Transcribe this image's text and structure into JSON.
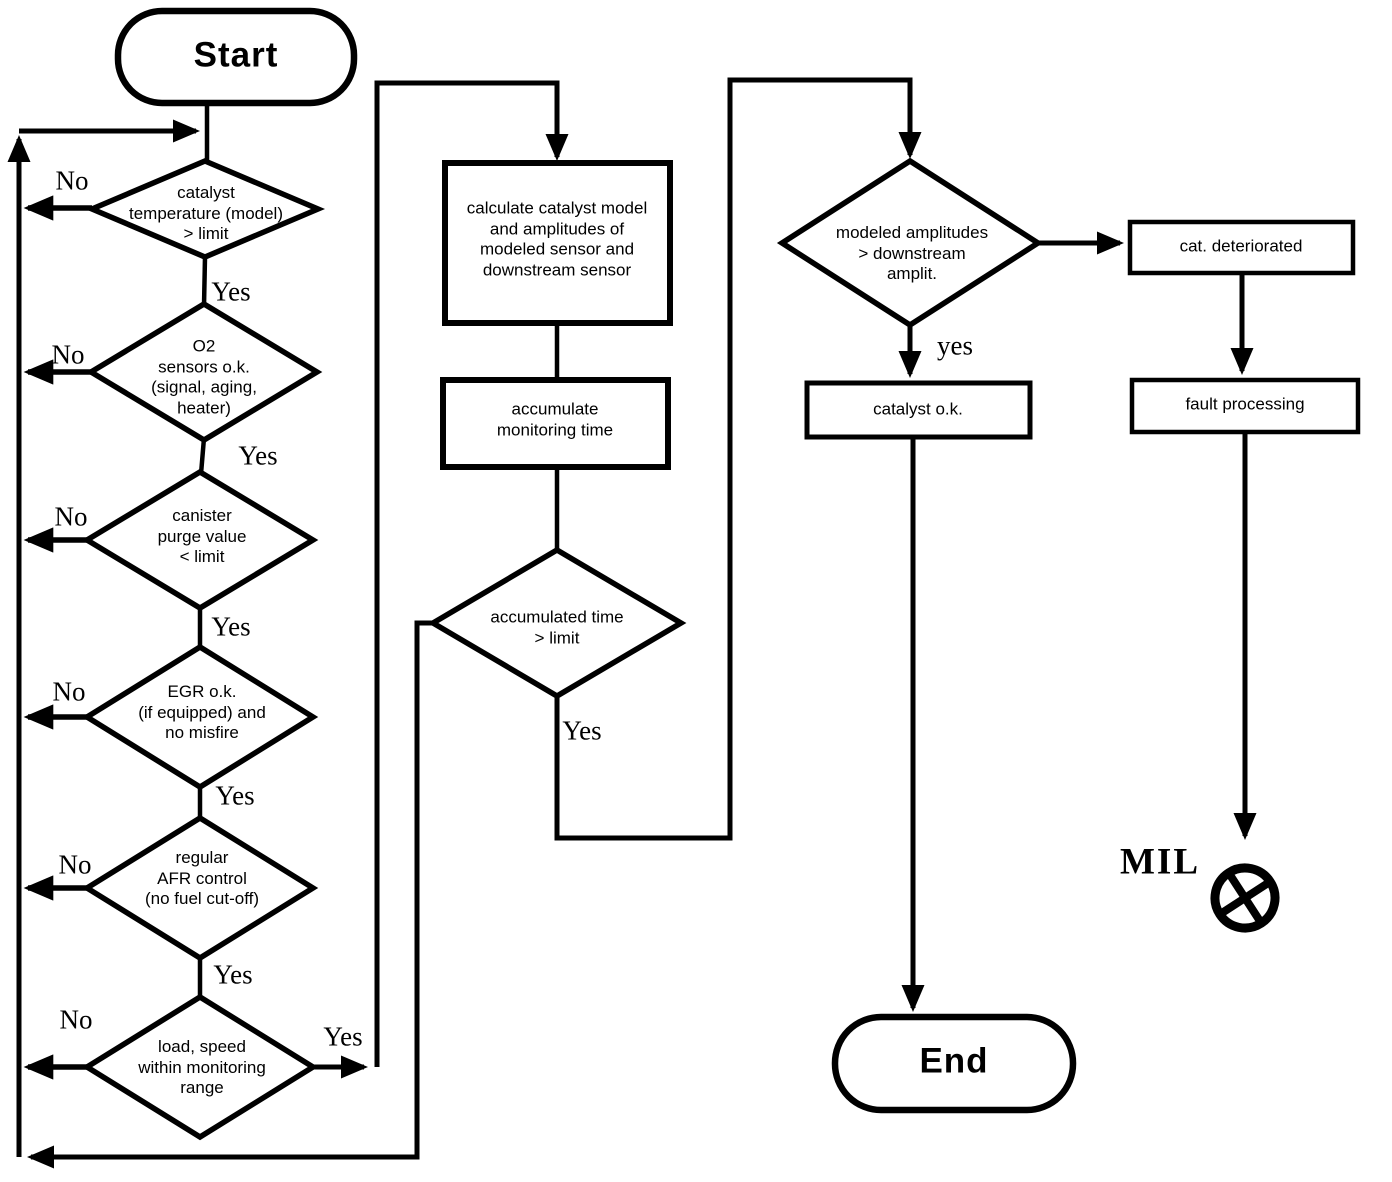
{
  "terminals": {
    "start": "Start",
    "end": "End"
  },
  "decisions": {
    "catalyst_temperature": "catalyst\ntemperature (model)\n> limit",
    "o2_sensors": "O2\nsensors o.k.\n(signal, aging,\nheater)",
    "canister_purge": "canister\npurge value\n< limit",
    "egr": "EGR o.k.\n(if equipped) and\nno misfire",
    "afr_control": "regular\nAFR control\n(no fuel cut-off)",
    "load_speed": "load, speed\nwithin monitoring\nrange",
    "accumulated_time": "accumulated time\n> limit",
    "modeled_amplitudes": "modeled amplitudes\n> downstream\namplit."
  },
  "processes": {
    "calculate_model": "calculate catalyst model\nand amplitudes of\nmodeled sensor and\ndownstream sensor",
    "accumulate_time": "accumulate\nmonitoring  time",
    "cat_deteriorated": "cat. deteriorated",
    "fault_processing": "fault processing",
    "catalyst_ok": "catalyst o.k."
  },
  "edge_labels": {
    "no_catalyst_temperature": "No",
    "no_o2_sensors": "No",
    "no_canister_purge": "No",
    "no_egr": "No",
    "no_afr_control": "No",
    "no_load_speed": "No",
    "yes_catalyst_temperature": "Yes",
    "yes_o2_sensors": "Yes",
    "yes_canister_purge": "Yes",
    "yes_egr": "Yes",
    "yes_afr_control": "Yes",
    "yes_load_speed": "Yes",
    "yes_accumulated_time": "Yes",
    "yes_modeled_amplitudes": "yes"
  },
  "annotations": {
    "mil": "MIL"
  },
  "icons": {
    "mil_lamp": "circle-x-lamp-icon"
  },
  "colors": {
    "line": "#000000",
    "background": "#ffffff"
  }
}
